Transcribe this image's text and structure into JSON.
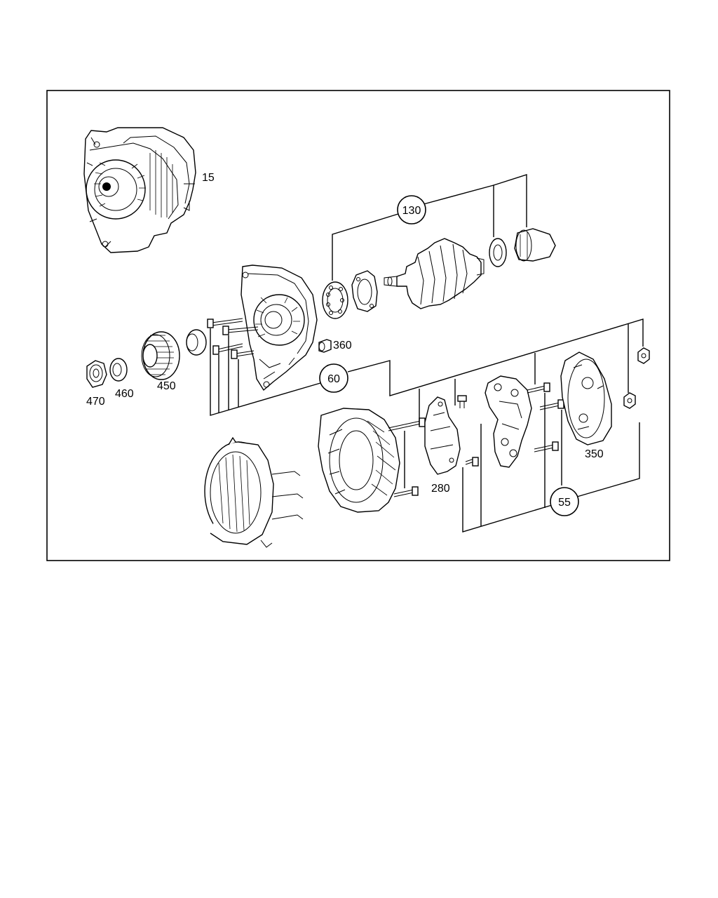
{
  "labels": {
    "p15": "15",
    "p130": "130",
    "p360": "360",
    "p60": "60",
    "p470": "470",
    "p460": "460",
    "p450": "450",
    "p280": "280",
    "p350": "350",
    "p55": "55"
  }
}
